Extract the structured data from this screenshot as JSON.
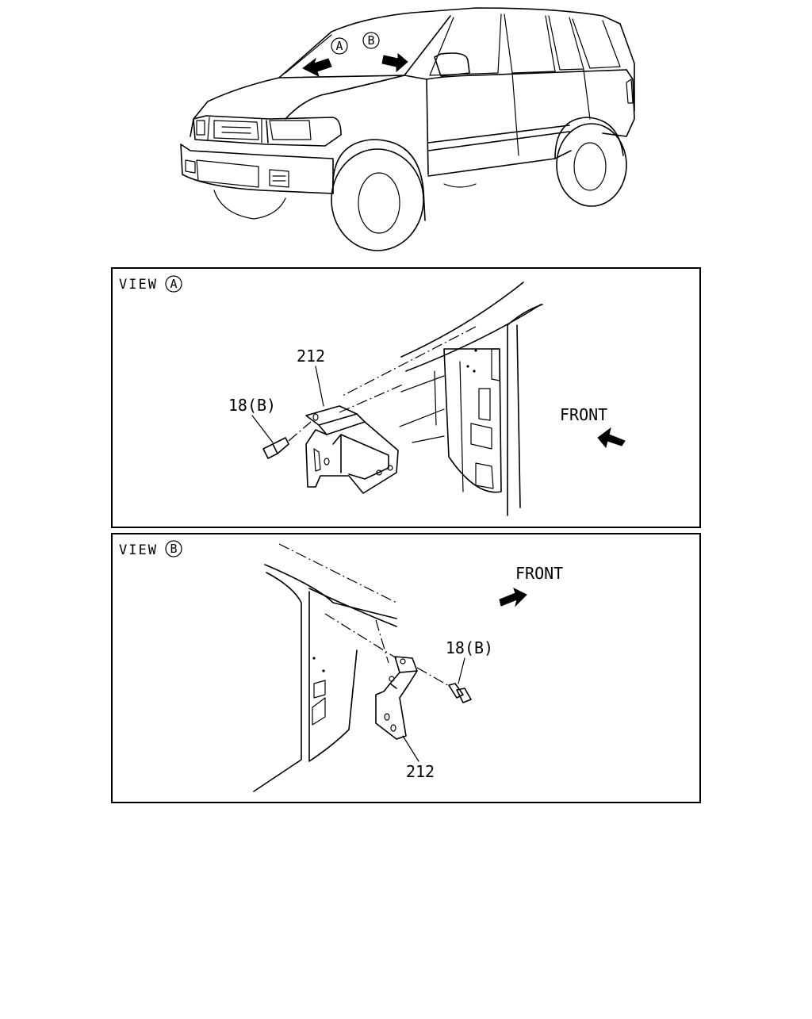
{
  "callouts": {
    "view_a_mark": "A",
    "view_b_mark": "B"
  },
  "view_a": {
    "title_prefix": "VIEW",
    "title_mark": "A",
    "part_bracket": "212",
    "part_bolt": "18(B)",
    "front_label": "FRONT"
  },
  "view_b": {
    "title_prefix": "VIEW",
    "title_mark": "B",
    "part_bracket": "212",
    "part_bolt": "18(B)",
    "front_label": "FRONT"
  }
}
